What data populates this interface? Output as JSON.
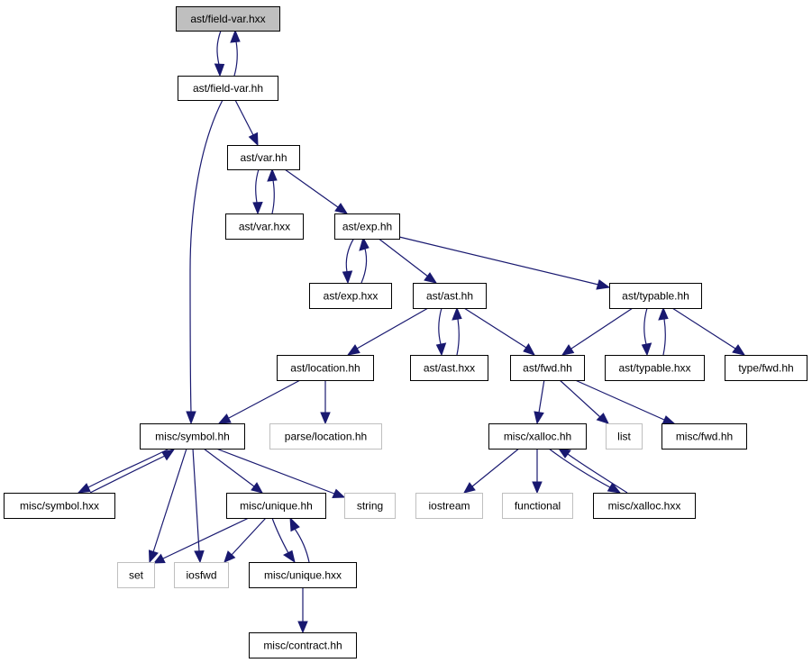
{
  "graph": {
    "nodes": [
      {
        "id": "n_ast_field_var_hxx",
        "label": "ast/field-var.hxx",
        "kind": "focus"
      },
      {
        "id": "n_ast_field_var_hh",
        "label": "ast/field-var.hh",
        "kind": "documented"
      },
      {
        "id": "n_ast_var_hh",
        "label": "ast/var.hh",
        "kind": "documented"
      },
      {
        "id": "n_ast_var_hxx",
        "label": "ast/var.hxx",
        "kind": "documented"
      },
      {
        "id": "n_ast_exp_hh",
        "label": "ast/exp.hh",
        "kind": "documented"
      },
      {
        "id": "n_ast_exp_hxx",
        "label": "ast/exp.hxx",
        "kind": "documented"
      },
      {
        "id": "n_ast_ast_hh",
        "label": "ast/ast.hh",
        "kind": "documented"
      },
      {
        "id": "n_ast_typable_hh",
        "label": "ast/typable.hh",
        "kind": "documented"
      },
      {
        "id": "n_ast_location_hh",
        "label": "ast/location.hh",
        "kind": "documented"
      },
      {
        "id": "n_ast_ast_hxx",
        "label": "ast/ast.hxx",
        "kind": "documented"
      },
      {
        "id": "n_ast_fwd_hh",
        "label": "ast/fwd.hh",
        "kind": "documented"
      },
      {
        "id": "n_ast_typable_hxx",
        "label": "ast/typable.hxx",
        "kind": "documented"
      },
      {
        "id": "n_type_fwd_hh",
        "label": "type/fwd.hh",
        "kind": "documented"
      },
      {
        "id": "n_misc_symbol_hh",
        "label": "misc/symbol.hh",
        "kind": "documented"
      },
      {
        "id": "n_parse_location_hh",
        "label": "parse/location.hh",
        "kind": "external"
      },
      {
        "id": "n_misc_xalloc_hh",
        "label": "misc/xalloc.hh",
        "kind": "documented"
      },
      {
        "id": "n_list",
        "label": "list",
        "kind": "external"
      },
      {
        "id": "n_misc_fwd_hh",
        "label": "misc/fwd.hh",
        "kind": "documented"
      },
      {
        "id": "n_misc_symbol_hxx",
        "label": "misc/symbol.hxx",
        "kind": "documented"
      },
      {
        "id": "n_misc_unique_hh",
        "label": "misc/unique.hh",
        "kind": "documented"
      },
      {
        "id": "n_string",
        "label": "string",
        "kind": "external"
      },
      {
        "id": "n_iostream",
        "label": "iostream",
        "kind": "external"
      },
      {
        "id": "n_functional",
        "label": "functional",
        "kind": "external"
      },
      {
        "id": "n_misc_xalloc_hxx",
        "label": "misc/xalloc.hxx",
        "kind": "documented"
      },
      {
        "id": "n_set",
        "label": "set",
        "kind": "external"
      },
      {
        "id": "n_iosfwd",
        "label": "iosfwd",
        "kind": "external"
      },
      {
        "id": "n_misc_unique_hxx",
        "label": "misc/unique.hxx",
        "kind": "documented"
      },
      {
        "id": "n_misc_contract_hh",
        "label": "misc/contract.hh",
        "kind": "documented"
      }
    ],
    "edges": [
      {
        "from": "n_ast_field_var_hxx",
        "to": "n_ast_field_var_hh"
      },
      {
        "from": "n_ast_field_var_hh",
        "to": "n_ast_field_var_hxx"
      },
      {
        "from": "n_ast_field_var_hh",
        "to": "n_ast_var_hh"
      },
      {
        "from": "n_ast_field_var_hh",
        "to": "n_misc_symbol_hh"
      },
      {
        "from": "n_ast_var_hh",
        "to": "n_ast_var_hxx"
      },
      {
        "from": "n_ast_var_hxx",
        "to": "n_ast_var_hh"
      },
      {
        "from": "n_ast_var_hh",
        "to": "n_ast_exp_hh"
      },
      {
        "from": "n_ast_exp_hh",
        "to": "n_ast_exp_hxx"
      },
      {
        "from": "n_ast_exp_hxx",
        "to": "n_ast_exp_hh"
      },
      {
        "from": "n_ast_exp_hh",
        "to": "n_ast_ast_hh"
      },
      {
        "from": "n_ast_exp_hh",
        "to": "n_ast_typable_hh"
      },
      {
        "from": "n_ast_ast_hh",
        "to": "n_ast_location_hh"
      },
      {
        "from": "n_ast_ast_hh",
        "to": "n_ast_ast_hxx"
      },
      {
        "from": "n_ast_ast_hxx",
        "to": "n_ast_ast_hh"
      },
      {
        "from": "n_ast_ast_hh",
        "to": "n_ast_fwd_hh"
      },
      {
        "from": "n_ast_typable_hh",
        "to": "n_ast_fwd_hh"
      },
      {
        "from": "n_ast_typable_hh",
        "to": "n_ast_typable_hxx"
      },
      {
        "from": "n_ast_typable_hxx",
        "to": "n_ast_typable_hh"
      },
      {
        "from": "n_ast_typable_hh",
        "to": "n_type_fwd_hh"
      },
      {
        "from": "n_ast_location_hh",
        "to": "n_misc_symbol_hh"
      },
      {
        "from": "n_ast_location_hh",
        "to": "n_parse_location_hh"
      },
      {
        "from": "n_ast_fwd_hh",
        "to": "n_misc_xalloc_hh"
      },
      {
        "from": "n_ast_fwd_hh",
        "to": "n_list"
      },
      {
        "from": "n_ast_fwd_hh",
        "to": "n_misc_fwd_hh"
      },
      {
        "from": "n_misc_symbol_hh",
        "to": "n_misc_symbol_hxx"
      },
      {
        "from": "n_misc_symbol_hxx",
        "to": "n_misc_symbol_hh"
      },
      {
        "from": "n_misc_symbol_hh",
        "to": "n_misc_unique_hh"
      },
      {
        "from": "n_misc_symbol_hh",
        "to": "n_string"
      },
      {
        "from": "n_misc_symbol_hh",
        "to": "n_set"
      },
      {
        "from": "n_misc_symbol_hh",
        "to": "n_iosfwd"
      },
      {
        "from": "n_misc_xalloc_hh",
        "to": "n_iostream"
      },
      {
        "from": "n_misc_xalloc_hh",
        "to": "n_functional"
      },
      {
        "from": "n_misc_xalloc_hh",
        "to": "n_misc_xalloc_hxx"
      },
      {
        "from": "n_misc_xalloc_hxx",
        "to": "n_misc_xalloc_hh"
      },
      {
        "from": "n_misc_unique_hh",
        "to": "n_set"
      },
      {
        "from": "n_misc_unique_hh",
        "to": "n_iosfwd"
      },
      {
        "from": "n_misc_unique_hh",
        "to": "n_misc_unique_hxx"
      },
      {
        "from": "n_misc_unique_hxx",
        "to": "n_misc_unique_hh"
      },
      {
        "from": "n_misc_unique_hxx",
        "to": "n_misc_contract_hh"
      }
    ]
  },
  "colors": {
    "edge": "#191970",
    "focus_fill": "#bfbfbf",
    "focus_border": "#000000",
    "documented_fill": "#ffffff",
    "documented_border": "#000000",
    "external_fill": "#ffffff",
    "external_border": "#bfbfbf",
    "text": "#000000"
  }
}
